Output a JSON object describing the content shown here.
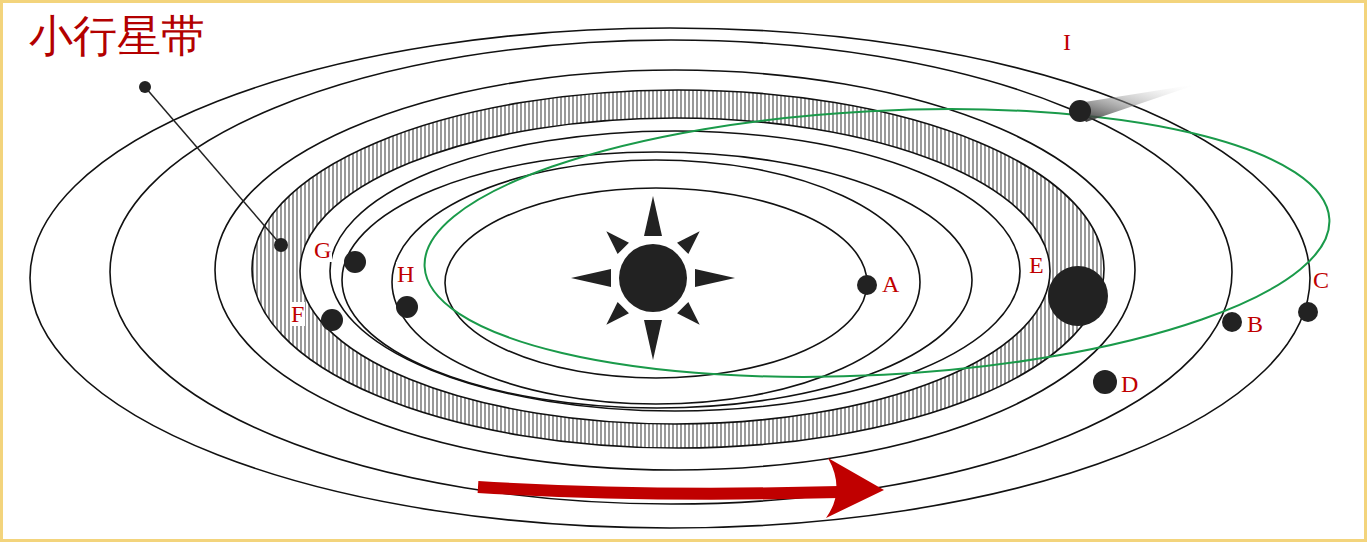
{
  "diagram": {
    "labels": [
      "小行星带",
      "I",
      "G",
      "H",
      "E",
      "A",
      "F",
      "B",
      "C",
      "D"
    ]
  }
}
